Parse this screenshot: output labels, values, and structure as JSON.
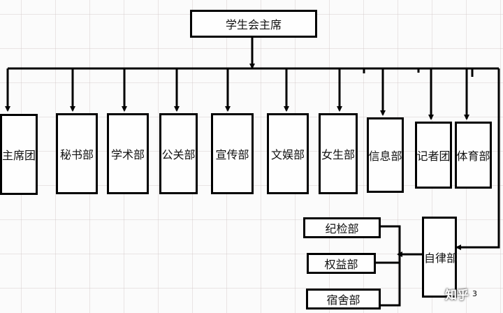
{
  "root": {
    "label": "学生会主席"
  },
  "departments": [
    {
      "label": "主席团"
    },
    {
      "label": "秘书部"
    },
    {
      "label": "学术部"
    },
    {
      "label": "公关部"
    },
    {
      "label": "宣传部"
    },
    {
      "label": "文娱部"
    },
    {
      "label": "女生部"
    },
    {
      "label": "信息部"
    },
    {
      "label": "记者团"
    },
    {
      "label": "体育部"
    }
  ],
  "discipline": {
    "label": "自律部",
    "subunits": [
      {
        "label": "纪检部"
      },
      {
        "label": "权益部"
      },
      {
        "label": "宿舍部"
      }
    ]
  },
  "watermark": {
    "text": "知乎 ",
    "page_number": "3"
  },
  "colors": {
    "line": "#000000",
    "grid": "#d6cccc",
    "background": "#fbfbfb"
  }
}
